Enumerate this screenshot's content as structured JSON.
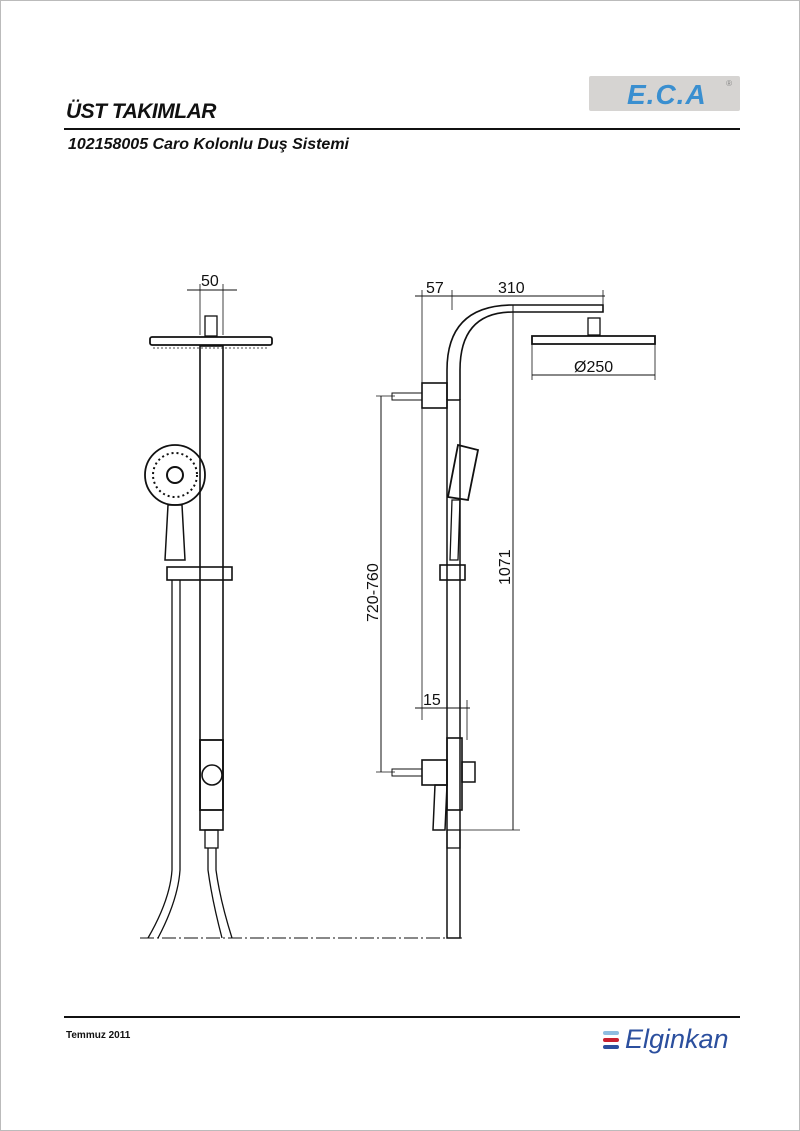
{
  "header": {
    "title": "ÜST TAKIMLAR",
    "subtitle": "102158005 Caro Kolonlu Duş Sistemi",
    "logo": "E.C.A",
    "logo_mark": "®"
  },
  "drawing": {
    "dimensions": {
      "front_width": "50",
      "wall_offset": "57",
      "arm_length": "310",
      "head_diameter": "Ø250",
      "bracket_spacing": "720-760",
      "total_height": "1071",
      "mixer_offset": "15"
    }
  },
  "footer": {
    "date": "Temmuz 2011",
    "brand": "Elginkan"
  },
  "colors": {
    "eca_blue": "#3a8fd0",
    "elginkan_blue": "#2b4f9e",
    "elginkan_red": "#c8202f",
    "elginkan_light": "#8fbde0"
  }
}
